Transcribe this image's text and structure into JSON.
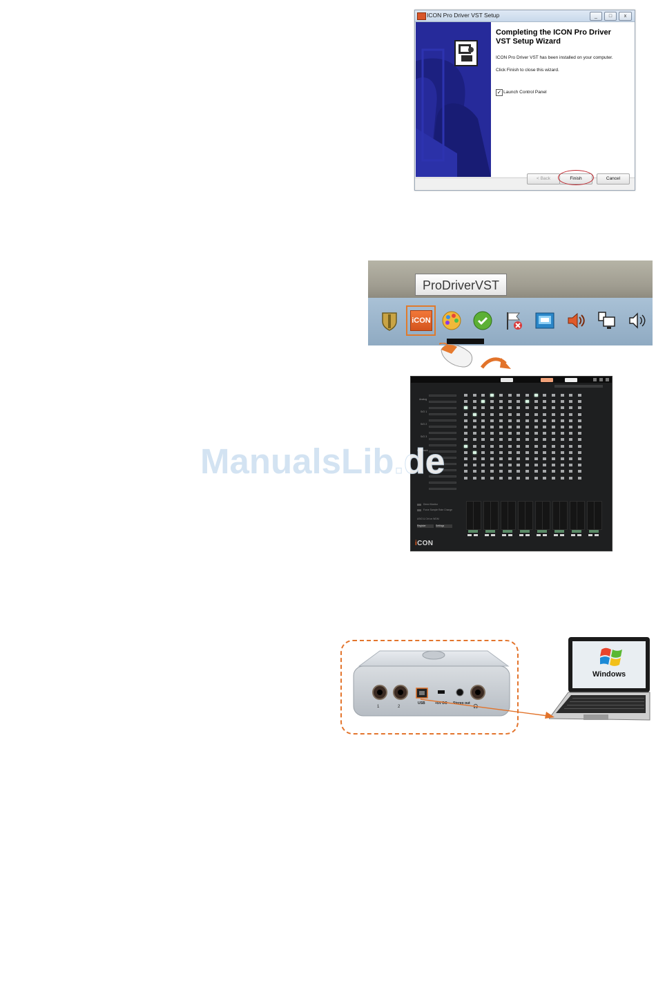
{
  "wizard": {
    "title": "ICON Pro Driver VST Setup",
    "controls": [
      "_",
      "□",
      "x"
    ],
    "heading": "Completing the ICON Pro Driver VST Setup Wizard",
    "line1": "ICON Pro Driver VST has been installed on your computer.",
    "line2": "Click Finish to close this wizard.",
    "checkbox_label": "Launch Control Panel",
    "checkbox_checked": true,
    "back_label": "< Back",
    "finish_label": "Finish",
    "cancel_label": "Cancel",
    "colors": {
      "sidebar": "#262a9a",
      "highlight_ring": "#c0262d"
    }
  },
  "taskbar": {
    "tooltip": "ProDriverVST",
    "app_icon_text": "iCON",
    "tray_icons": [
      "shield-icon",
      "icon-app-icon",
      "color-palette-icon",
      "green-check-icon",
      "action-center-flag-icon",
      "network-monitor-icon",
      "speaker-icon",
      "network-icon",
      "volume-icon"
    ],
    "highlight_color": "#e07a2b"
  },
  "control_panel": {
    "row_labels": [
      "Analog",
      "S/O 1",
      "S/O 2",
      "S/O 3",
      "Loopback"
    ],
    "option_labels": [
      "Direct Monitor",
      "Force Sample Rate Change"
    ],
    "status_text": "ASIO & Ctrl on WDM",
    "buttons": [
      "Register",
      "Settings"
    ],
    "logo_icon_part": "i",
    "logo_rest": "CON"
  },
  "watermark": {
    "text": "ManualsLib",
    "suffix": ".de"
  },
  "hardware": {
    "usb_label": "USB",
    "dc_label": "+5V DC",
    "stereo_out_label": "Stereo out",
    "laptop_os_label": "Windows",
    "frame_color": "#e3742c"
  }
}
